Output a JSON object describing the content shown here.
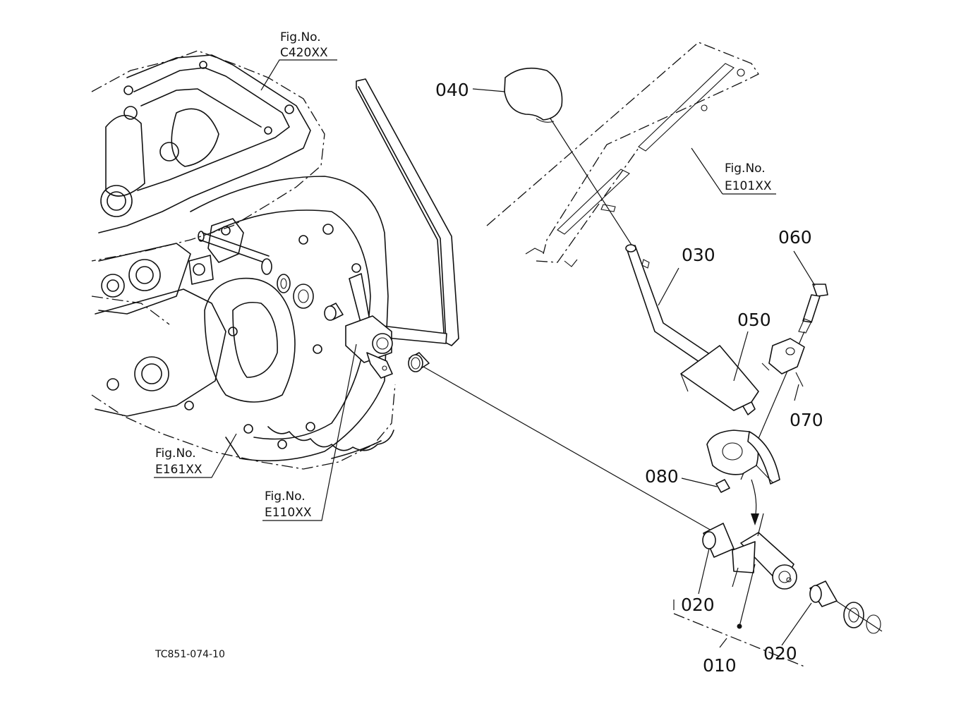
{
  "drawing_code": "TC851-074-10",
  "figure_refs": [
    {
      "id": "c420",
      "label": "Fig.No.",
      "code": "C420XX"
    },
    {
      "id": "e101",
      "label": "Fig.No.",
      "code": "E101XX"
    },
    {
      "id": "e161",
      "label": "Fig.No.",
      "code": "E161XX"
    },
    {
      "id": "e110",
      "label": "Fig.No.",
      "code": "E110XX"
    }
  ],
  "parts": {
    "p010": "010",
    "p020a": "020",
    "p020b": "020",
    "p030": "030",
    "p040": "040",
    "p050": "050",
    "p060": "060",
    "p070": "070",
    "p080": "080"
  }
}
